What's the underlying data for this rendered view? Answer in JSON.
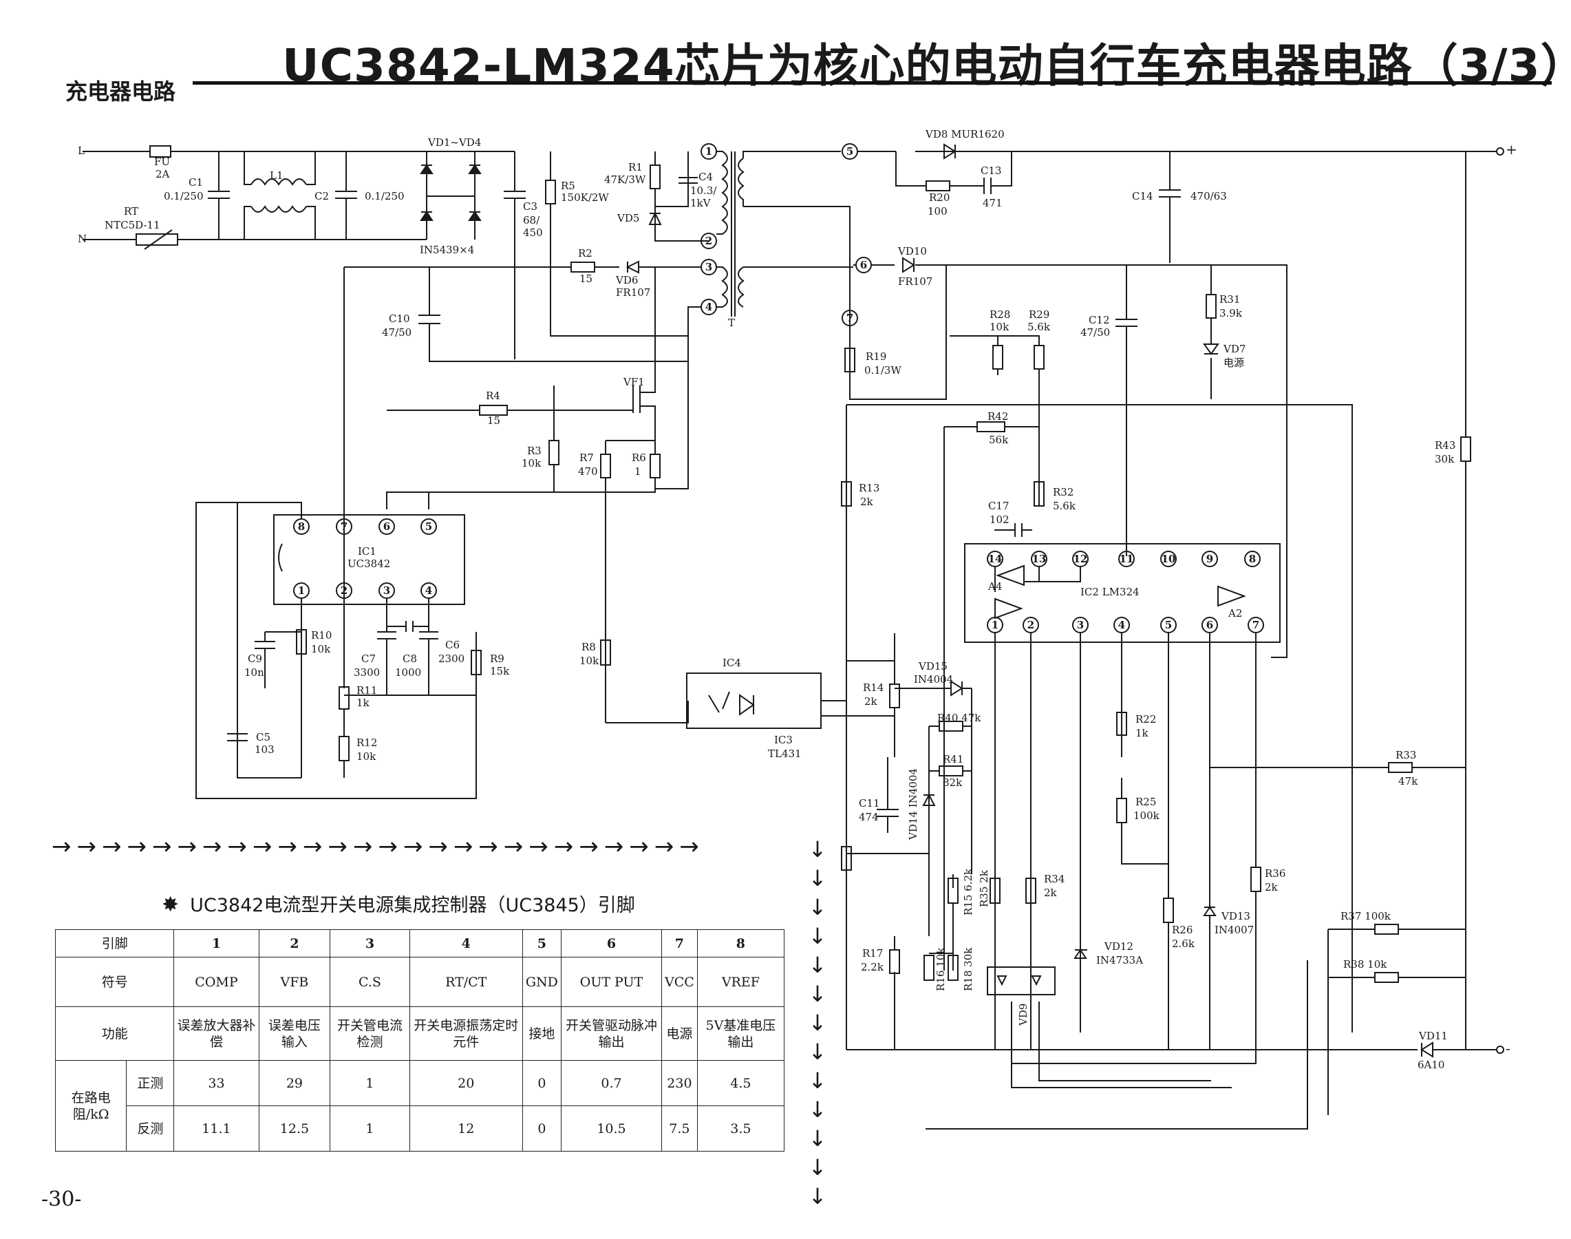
{
  "page": {
    "title": "UC3842-LM324芯片为核心的电动自行车充电器电路（3/3）",
    "section": "充电器电路",
    "page_number": "-30-"
  },
  "labels": {
    "L": "L",
    "N": "N",
    "FU": "FU",
    "FU_v": "2A",
    "C1": "C1",
    "C1_v": "0.1/250",
    "L1": "L1",
    "C2": "C2",
    "C2_v": "0.1/250",
    "RT": "RT",
    "RT_v": "NTC5D-11",
    "VD1_VD4": "VD1~VD4",
    "bridge_v": "IN5439×4",
    "C3": "C3",
    "C3_v1": "68/",
    "C3_v2": "450",
    "R5": "R5",
    "R5_v": "150K/2W",
    "R1": "R1",
    "R1_v": "47K/3W",
    "C4": "C4",
    "C4_v1": "10.3/",
    "C4_v2": "1kV",
    "VD5": "VD5",
    "R2": "R2",
    "R2_v": "15",
    "VD6": "VD6",
    "VD6_v": "FR107",
    "C10": "C10",
    "C10_v": "47/50",
    "T": "T",
    "VF1": "VF1",
    "R4": "R4",
    "R4_v": "15",
    "R3": "R3",
    "R3_v": "10k",
    "R7": "R7",
    "R7_v": "470",
    "R6": "R6",
    "R6_v": "1",
    "IC1": "IC1",
    "IC1_v": "UC3842",
    "R10": "R10",
    "R10_v": "10k",
    "C9": "C9",
    "C9_v": "10n",
    "C7": "C7",
    "C7_v": "3300",
    "C8": "C8",
    "C8_v": "1000",
    "C6": "C6",
    "C6_v": "2300",
    "R9": "R9",
    "R9_v": "15k",
    "R11": "R11",
    "R11_v": "1k",
    "C5": "C5",
    "C5_v": "103",
    "R12": "R12",
    "R12_v": "10k",
    "R8": "R8",
    "R8_v": "10k",
    "IC4": "IC4",
    "IC3": "IC3",
    "IC3_v": "TL431",
    "VD8": "VD8 MUR1620",
    "C13": "C13",
    "C13_v": "471",
    "R20": "R20",
    "R20_v": "100",
    "C14": "C14",
    "C14_v": "470/63",
    "VD10": "VD10",
    "VD10_v": "FR107",
    "R28": "R28",
    "R28_v": "10k",
    "R29": "R29",
    "R29_v": "5.6k",
    "C12": "C12",
    "C12_v": "47/50",
    "R31": "R31",
    "R31_v": "3.9k",
    "VD7": "VD7",
    "VD7_v": "电源",
    "R19": "R19",
    "R19_v": "0.1/3W",
    "R42": "R42",
    "R42_v": "56k",
    "R43": "R43",
    "R43_v": "30k",
    "R13": "R13",
    "R13_v": "2k",
    "R32": "R32",
    "R32_v": "5.6k",
    "C17": "C17",
    "C17_v": "102",
    "IC2": "IC2 LM324",
    "A4": "A4",
    "A2": "A2",
    "R14": "R14",
    "R14_v": "2k",
    "VD15": "VD15",
    "VD15_v": "IN4004",
    "R40": "R40 47k",
    "R41": "R41",
    "R41_v": "82k",
    "R22": "R22",
    "R22_v": "1k",
    "R25": "R25",
    "R25_v": "100k",
    "R33": "R33",
    "R33_v": "47k",
    "C11": "C11",
    "C11_v": "474",
    "VD14": "VD14 IN4004",
    "R17": "R17",
    "R17_v": "2.2k",
    "R15": "R15 6.2k",
    "R35": "R35 2k",
    "R16": "R16 10k",
    "R18": "R18 30k",
    "R34": "R34",
    "R34_v": "2k",
    "VD9": "VD9",
    "VD12": "VD12",
    "VD12_v": "IN4733A",
    "R26": "R26",
    "R26_v": "2.6k",
    "VD13": "VD13",
    "VD13_v": "IN4007",
    "R36": "R36",
    "R36_v": "2k",
    "R37": "R37 100k",
    "R38": "R38 10k",
    "VD11": "VD11",
    "VD11_v": "6A10",
    "plus": "+",
    "minus": "-",
    "tp1": "1",
    "tp2": "2",
    "tp3": "3",
    "tp4": "4",
    "tp5": "5",
    "tp6": "6",
    "tp7": "7",
    "ic1_p1": "1",
    "ic1_p2": "2",
    "ic1_p3": "3",
    "ic1_p4": "4",
    "ic1_p5": "5",
    "ic1_p6": "6",
    "ic1_p7": "7",
    "ic1_p8": "8",
    "ic2_p1": "1",
    "ic2_p2": "2",
    "ic2_p3": "3",
    "ic2_p4": "4",
    "ic2_p5": "5",
    "ic2_p6": "6",
    "ic2_p7": "7",
    "ic2_p8": "8",
    "ic2_p9": "9",
    "ic2_p10": "10",
    "ic2_p11": "11",
    "ic2_p12": "12",
    "ic2_p13": "13",
    "ic2_p14": "14"
  },
  "arrows": {
    "horizontal": "→→→→→→→→→→→→→→→→→→→→→→→→→→",
    "vertical": [
      "↓",
      "↓",
      "↓",
      "↓",
      "↓",
      "↓",
      "↓",
      "↓",
      "↓",
      "↓",
      "↓",
      "↓",
      "↓"
    ]
  },
  "pin_table": {
    "title": "UC3842电流型开关电源集成控制器（UC3845）引脚",
    "star": "✸",
    "header_label": "引脚",
    "pins": [
      "1",
      "2",
      "3",
      "4",
      "5",
      "6",
      "7",
      "8"
    ],
    "symbol_label": "符号",
    "symbols": [
      "COMP",
      "VFB",
      "C.S",
      "RT/CT",
      "GND",
      "OUT PUT",
      "VCC",
      "VREF"
    ],
    "function_label": "功能",
    "functions": [
      "误差放大器补偿",
      "误差电压输入",
      "开关管电流检测",
      "开关电源振荡定时元件",
      "接地",
      "开关管驱动脉冲输出",
      "电源",
      "5V基准电压输出"
    ],
    "resistance_label": "在路电阻/kΩ",
    "forward_label": "正测",
    "forward": [
      "33",
      "29",
      "1",
      "20",
      "0",
      "0.7",
      "230",
      "4.5"
    ],
    "reverse_label": "反测",
    "reverse": [
      "11.1",
      "12.5",
      "1",
      "12",
      "0",
      "10.5",
      "7.5",
      "3.5"
    ]
  }
}
